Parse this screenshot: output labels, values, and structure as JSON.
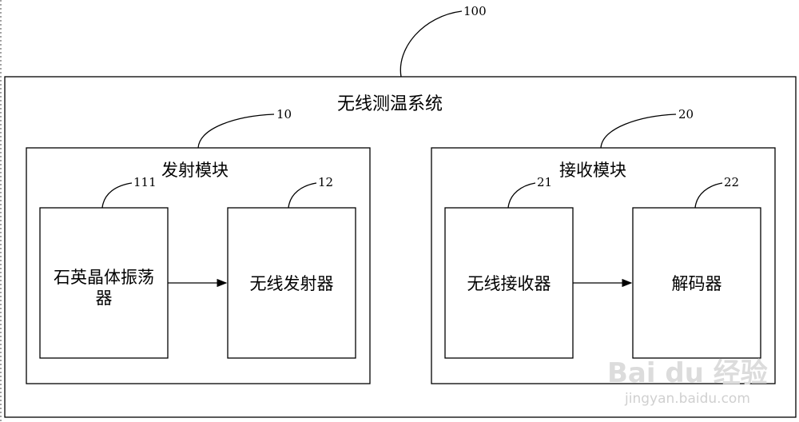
{
  "system": {
    "title": "无线测温系统",
    "ref": "100"
  },
  "transmit_module": {
    "title": "发射模块",
    "ref": "10",
    "crystal": {
      "label_line1": "石英晶体振荡",
      "label_line2": "器",
      "ref": "111"
    },
    "transmitter": {
      "label": "无线发射器",
      "ref": "12"
    }
  },
  "receive_module": {
    "title": "接收模块",
    "ref": "20",
    "receiver": {
      "label": "无线接收器",
      "ref": "21"
    },
    "decoder": {
      "label": "解码器",
      "ref": "22"
    }
  },
  "watermark": {
    "logo": "Bai du 经验",
    "url": "jingyan.baidu.com"
  }
}
